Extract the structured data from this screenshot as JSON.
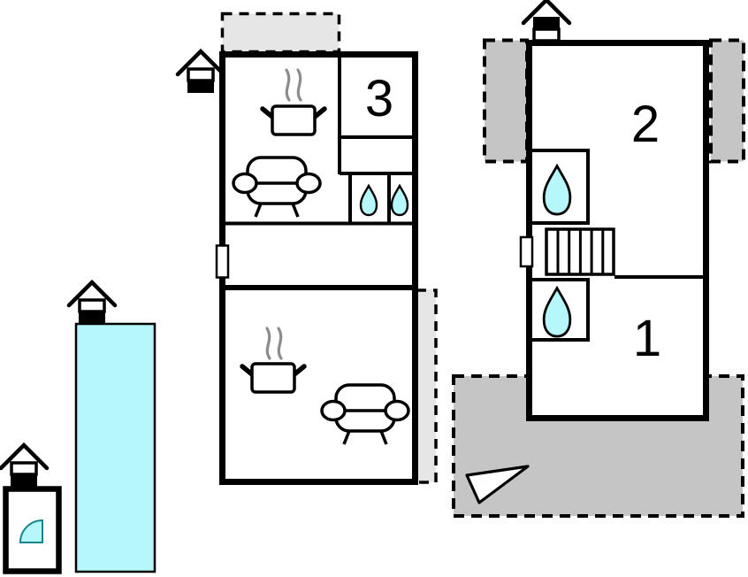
{
  "plan": {
    "type": "floor-plan",
    "buildings": {
      "main_house": {
        "rooms": [
          {
            "id": "room3",
            "label": "3"
          },
          {
            "id": "kitchen_living_upper",
            "features": [
              "stove",
              "sofa"
            ]
          },
          {
            "id": "wc_stalls",
            "features": [
              "water-drop",
              "water-drop"
            ]
          },
          {
            "id": "living_lower",
            "features": [
              "stove",
              "sofa"
            ]
          }
        ],
        "terraces": [
          "top-terrace",
          "right-side-terrace"
        ]
      },
      "annex_house": {
        "rooms": [
          {
            "id": "room2",
            "label": "2"
          },
          {
            "id": "room1",
            "label": "1"
          },
          {
            "id": "bath_upper",
            "features": [
              "water-drop"
            ]
          },
          {
            "id": "bath_lower",
            "features": [
              "water-drop"
            ]
          },
          {
            "id": "stairs",
            "features": [
              "stairs"
            ]
          }
        ],
        "terraces": [
          "left-terrace",
          "right-terrace",
          "bottom-terrace"
        ]
      },
      "pool_house": {
        "rooms": [
          {
            "id": "shower_room",
            "features": [
              "shower-quarter-circle"
            ]
          }
        ]
      },
      "pool": {
        "shape": "rectangle"
      }
    }
  },
  "labels": {
    "room1": "1",
    "room2": "2",
    "room3": "3"
  },
  "colors": {
    "water": "#b5f7fa",
    "terrace_light": "#e6e6e6",
    "terrace_dark": "#c5c5c5",
    "wall": "#000000",
    "steam": "#8c8c8c",
    "arrow_fill": "#ffffff",
    "background": "#ffffff",
    "shower_stroke": "#17868c"
  },
  "icons": {
    "chimney": "chimney-icon",
    "water_drop": "water-drop-icon",
    "stove": "stove-icon",
    "sofa": "sofa-icon",
    "stairs": "stairs-icon",
    "shower": "shower-icon",
    "entrance_arrow": "entrance-arrow-icon",
    "door": "door-marker"
  }
}
